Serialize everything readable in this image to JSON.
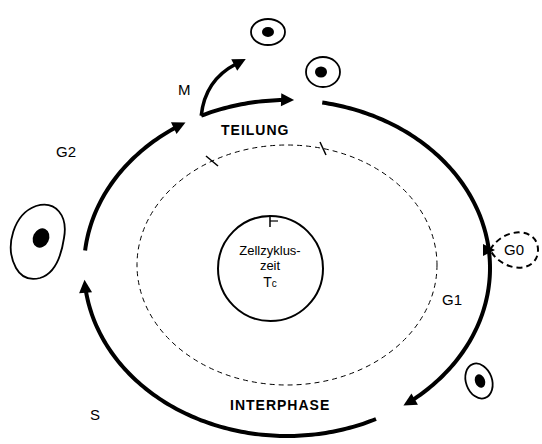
{
  "diagram": {
    "nodes": [
      {
        "text": [
          "Zellzyklus- zeit",
          "Tc"
        ]
      },
      {
        "text": [
          "G0"
        ]
      }
    ],
    "labels": [
      "M",
      "G2",
      "TEILUNG",
      "G1",
      "INTERPHASE",
      "S"
    ]
  }
}
